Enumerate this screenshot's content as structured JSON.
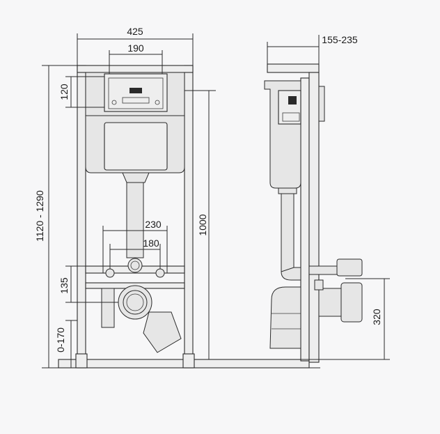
{
  "front_view": {
    "width_label": "425",
    "plate_width_label": "190",
    "plate_height_label": "120",
    "total_height_label": "1120 - 1290",
    "frame_height_label": "1000",
    "bolt_spacing_outer_label": "230",
    "bolt_spacing_inner_label": "180",
    "bolt_height_label": "135",
    "foot_adjust_label": "0-170"
  },
  "side_view": {
    "depth_label": "155-235",
    "drain_height_label": "320"
  },
  "colors": {
    "background": "#f7f7f8",
    "line": "#2a2a2a",
    "fill": "#eeeeee"
  }
}
